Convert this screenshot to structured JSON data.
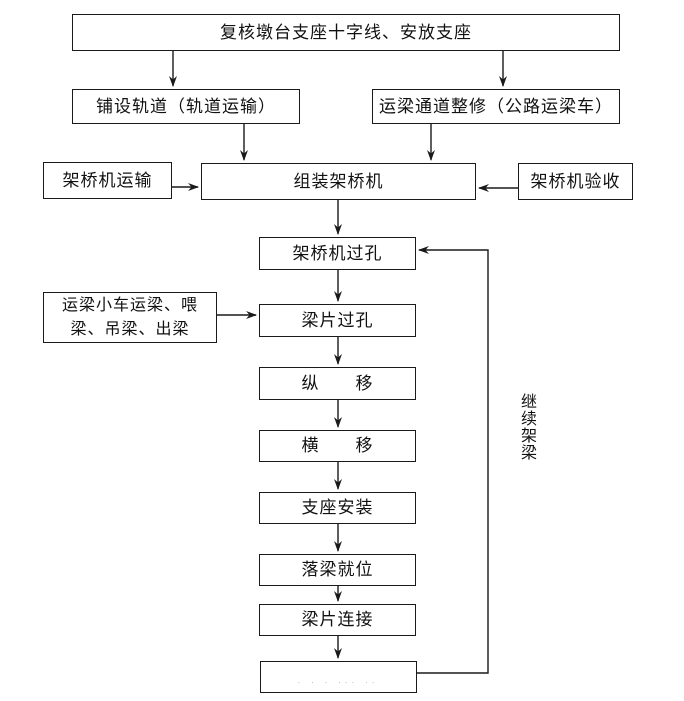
{
  "flowchart": {
    "nodes": {
      "recheck": "复核墩台支座十字线、安放支座",
      "track": "铺设轨道（轨道运输）",
      "road": "运梁通道整修（公路运梁车）",
      "machine_transport": "架桥机运输",
      "assemble": "组装架桥机",
      "acceptance": "架桥机验收",
      "machine_pass": "架桥机过孔",
      "trolley": "运梁小车运梁、喂\n梁、吊梁、出梁",
      "beam_pass": "梁片过孔",
      "longitudinal": "纵　　移",
      "transverse": "横　　移",
      "bearing_install": "支座安装",
      "beam_lower": "落梁就位",
      "beam_connect": "梁片连接",
      "final_faded_marks": "∙ ∙ ∙ ∙∙∙ ∙∙"
    },
    "loop_label": "继续架梁",
    "colors": {
      "line": "#1a1a1a",
      "background": "#ffffff"
    }
  }
}
